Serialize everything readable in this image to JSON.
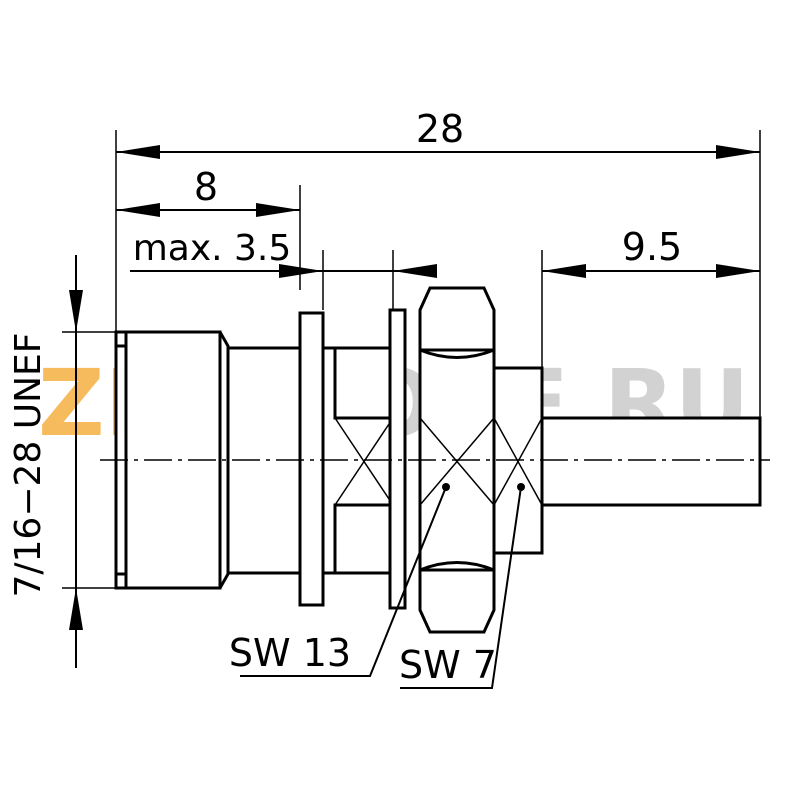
{
  "watermark": {
    "part1": "ZIP",
    "part2": "STORE.RU",
    "color1": "#f5b041",
    "color2": "#b8b8b8"
  },
  "dimensions": {
    "overall_length": "28",
    "front_length": "8",
    "panel_thickness": "max. 3.5",
    "pin_length": "9.5",
    "thread": "7/16−28 UNEF"
  },
  "callouts": {
    "wrench_13": "SW 13",
    "wrench_7": "SW 7"
  }
}
